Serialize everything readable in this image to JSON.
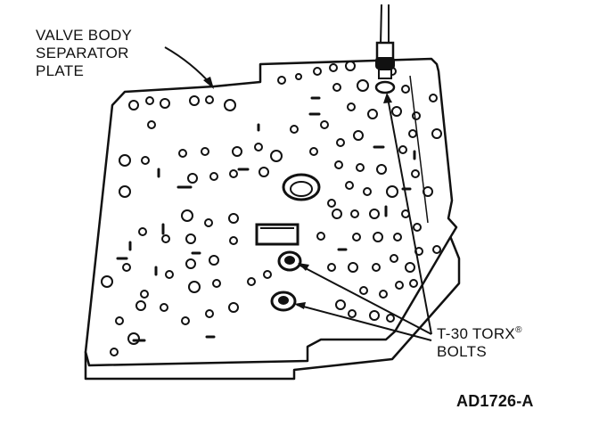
{
  "callouts": {
    "plate": [
      "VALVE BODY",
      "SEPARATOR",
      "PLATE"
    ],
    "bolts": {
      "line1": "T-30 TORX",
      "reg_mark": "®",
      "line2": "BOLTS"
    }
  },
  "figure_id": "AD1726-A",
  "colors": {
    "ink": "#111111",
    "paper": "#ffffff"
  }
}
